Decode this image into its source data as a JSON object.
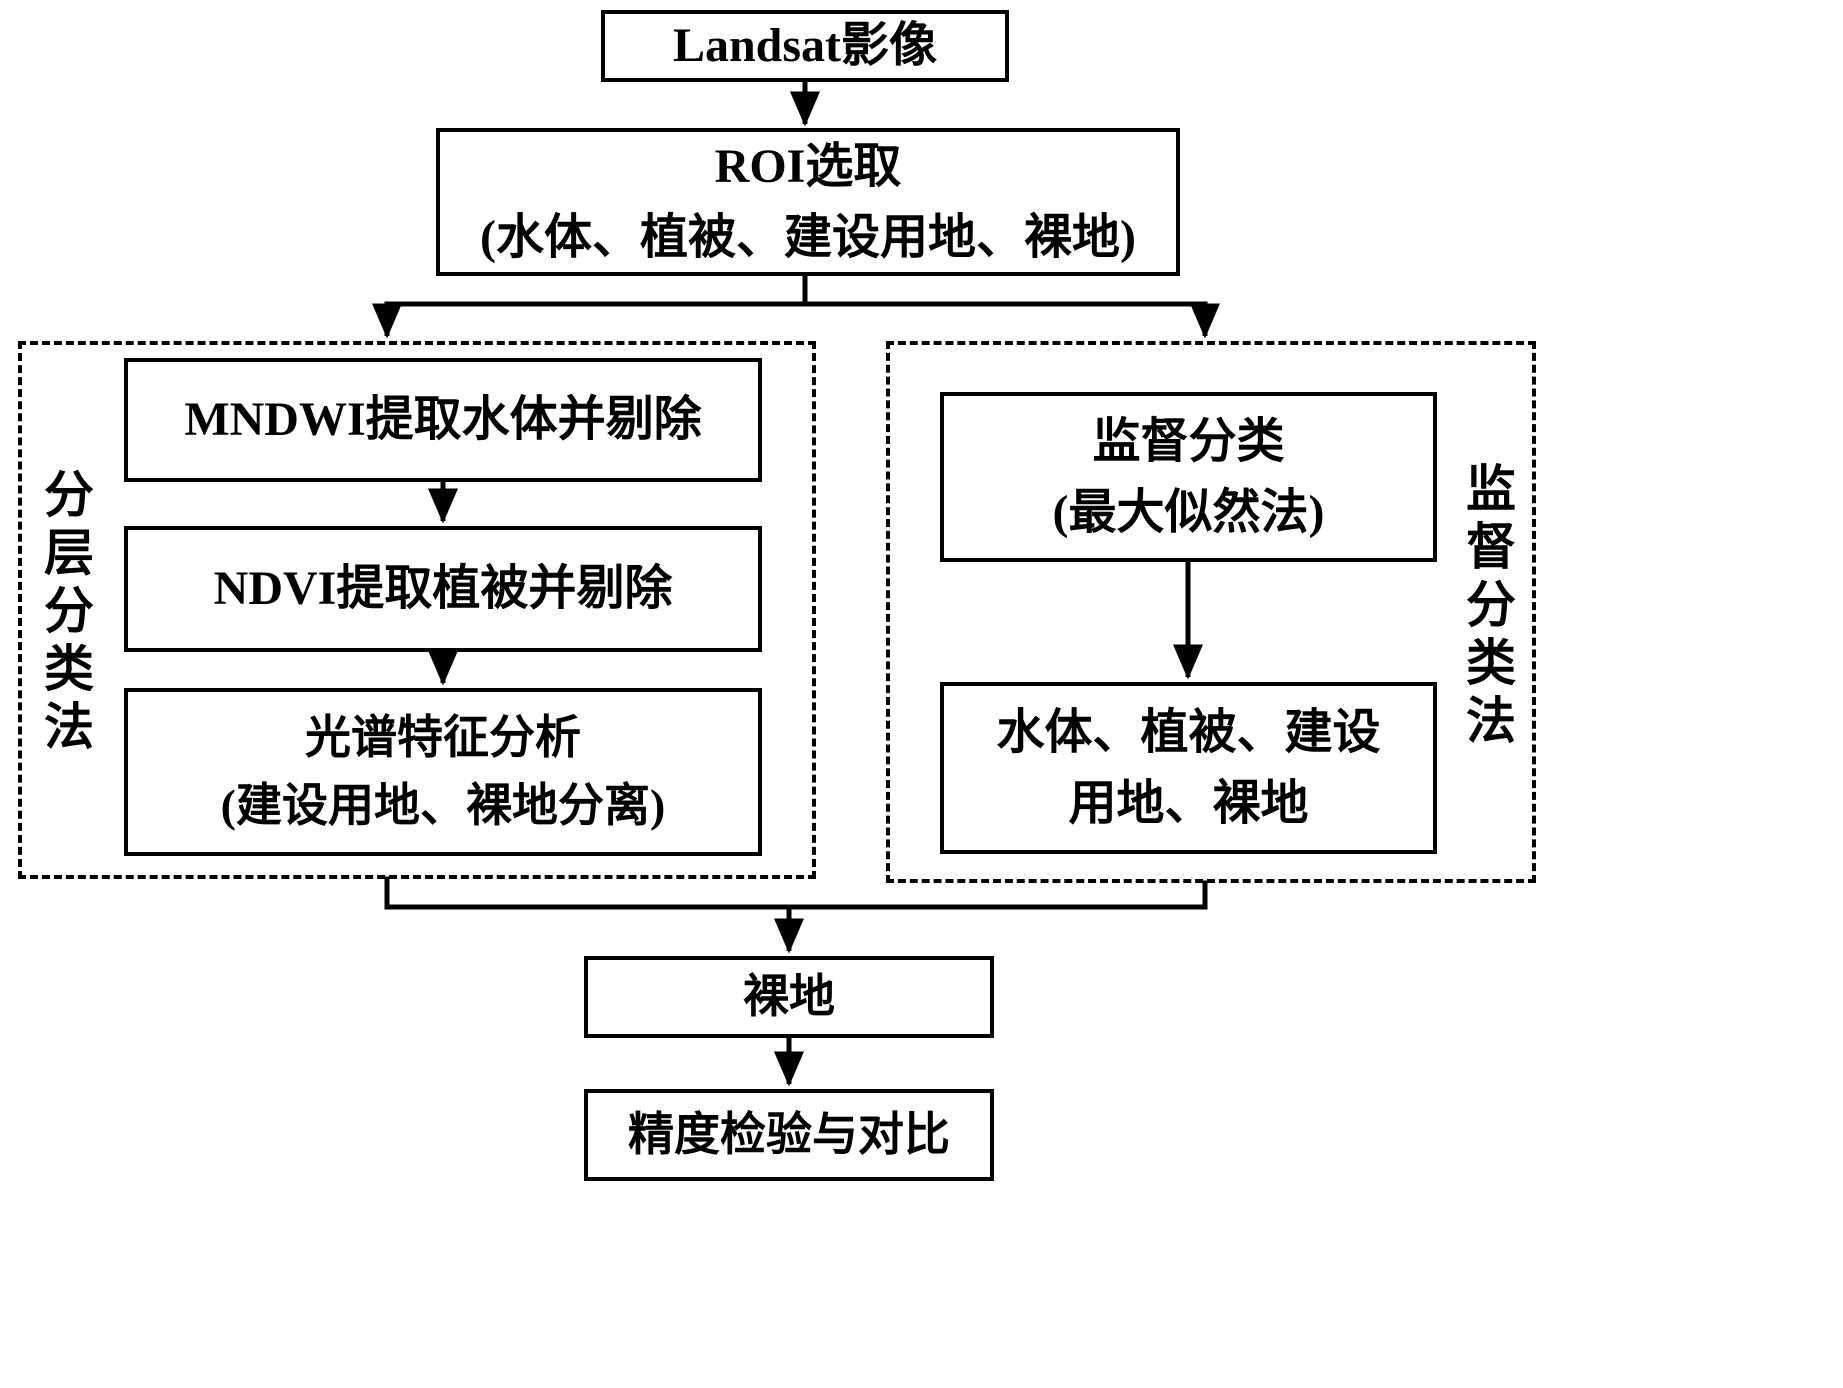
{
  "colors": {
    "line": "#000000",
    "box_border": "#000000",
    "background": "#ffffff",
    "text": "#000000"
  },
  "nodes": {
    "landsat": {
      "label": "Landsat影像"
    },
    "roi": {
      "line1": "ROI选取",
      "line2": "(水体、植被、建设用地、裸地)"
    },
    "mndwi": {
      "label": "MNDWI提取水体并剔除"
    },
    "ndvi": {
      "label": "NDVI提取植被并剔除"
    },
    "spectral": {
      "line1": "光谱特征分析",
      "line2": "(建设用地、裸地分离)"
    },
    "supervised": {
      "line1": "监督分类",
      "line2": "(最大似然法)"
    },
    "supervised_result": {
      "line1": "水体、植被、建设",
      "line2": "用地、裸地"
    },
    "bare_land": {
      "label": "裸地"
    },
    "accuracy": {
      "label": "精度检验与对比"
    }
  },
  "groups": {
    "left": {
      "label": "分层分类法"
    },
    "right": {
      "label": "监督分类法"
    }
  }
}
